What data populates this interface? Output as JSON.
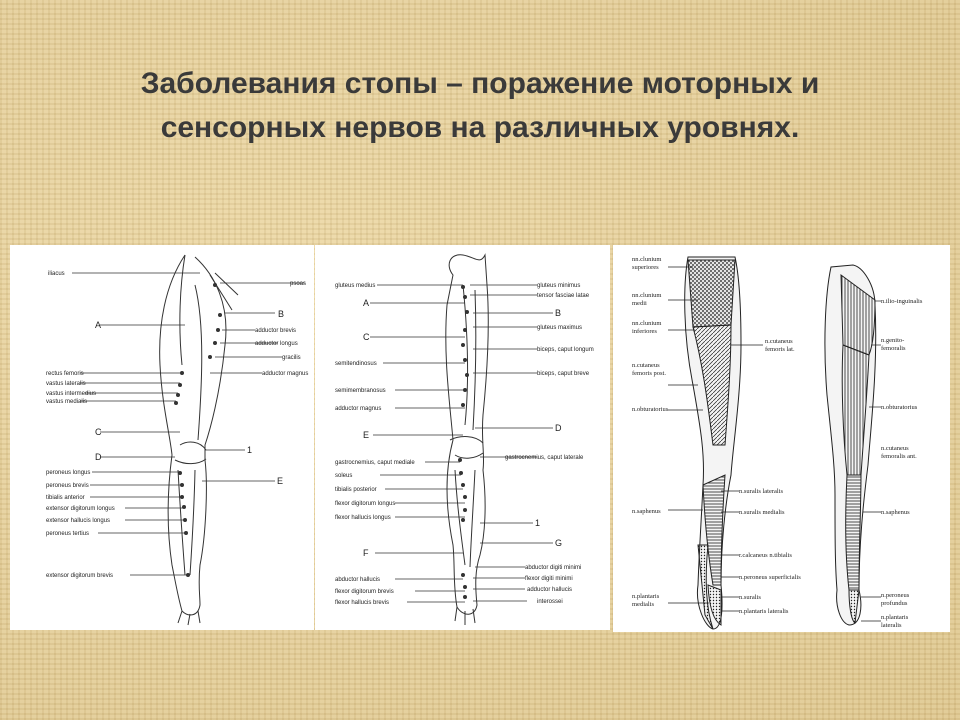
{
  "slide": {
    "title_line1": "Заболевания стопы – поражение моторных и",
    "title_line2": "сенсорных нервов на различных уровнях."
  },
  "panel1": {
    "labels_left": [
      "iliacus",
      "rectus femoris",
      "vastus lateralis",
      "vastus intermedius",
      "vastus medialis",
      "peroneus longus",
      "peroneus brevis",
      "tibialis anterior",
      "extensor digitorum longus",
      "extensor hallucis longus",
      "peroneus tertius",
      "extensor digitorum brevis"
    ],
    "labels_right": [
      "psoas",
      "adductor brevis",
      "adductor longus",
      "gracilis",
      "adductor magnus"
    ],
    "letters": [
      "A",
      "B",
      "C",
      "D",
      "E",
      "1"
    ]
  },
  "panel2": {
    "labels_left": [
      "gluteus medius",
      "semitendinosus",
      "semimembranosus",
      "adductor magnus",
      "gastrocnemius, caput mediale",
      "soleus",
      "tibialis posterior",
      "flexor digitorum longus",
      "flexor hallucis longus",
      "abductor hallucis",
      "flexor digitorum brevis",
      "flexor hallucis brevis"
    ],
    "labels_right": [
      "gluteus minimus",
      "tensor fasciae latae",
      "gluteus maximus",
      "biceps, caput longum",
      "biceps, caput breve",
      "gastrocnemius, caput laterale",
      "abductor digiti minimi",
      "flexor digiti minimi",
      "adductor hallucis",
      "interossei"
    ],
    "letters": [
      "A",
      "B",
      "C",
      "D",
      "E",
      "1",
      "F",
      "G"
    ]
  },
  "panel3": {
    "labels": [
      "nn.clunium",
      "superiores",
      "nn.clunium",
      "medii",
      "nn.clunium",
      "inferiores",
      "n.cutaneus",
      "femoris post.",
      "n.obturatorius",
      "n.saphenus",
      "n.plantaris",
      "medialis",
      "n.cutaneus",
      "femoris lat.",
      "n.suralis lateralis",
      "n.suralis medialis",
      "r.calcaneus n.tibialis",
      "n.peroneus superficialis",
      "n.suralis",
      "n.plantaris lateralis",
      "n.ilio-inguinalis",
      "n.genito-",
      "femoralis",
      "n.obturatorius",
      "n.cutaneus",
      "femoralis ant.",
      "n.saphenus",
      "n.peroneus",
      "profundus",
      "n.plantaris",
      "lateralis"
    ]
  }
}
